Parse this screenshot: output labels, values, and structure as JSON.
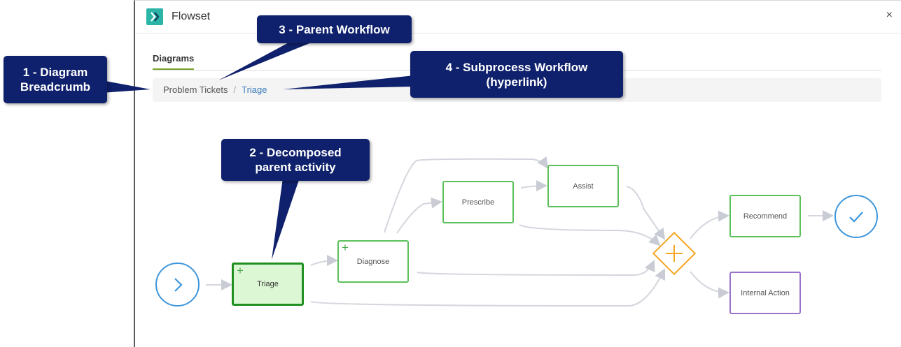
{
  "window": {
    "title": "Flowset",
    "close_label": "×"
  },
  "tabs": [
    {
      "label": "Diagrams"
    }
  ],
  "breadcrumb": {
    "parent": "Problem Tickets",
    "separator": "/",
    "child": "Triage"
  },
  "nodes": {
    "triage": "Triage",
    "diagnose": "Diagnose",
    "prescribe": "Prescribe",
    "assist": "Assist",
    "recommend": "Recommend",
    "internal_action": "Internal Action",
    "plus": "+"
  },
  "callouts": {
    "c1": "1 - Diagram Breadcrumb",
    "c2": "2 - Decomposed parent activity",
    "c3": "3 - Parent Workflow",
    "c4": "4 - Subprocess Workflow (hyperlink)"
  },
  "colors": {
    "activity_border": "#5bc15b",
    "selected_fill": "#dcf7d4",
    "gateway": "#f5a623",
    "event": "#3d96dc",
    "callout_bg": "#0f216c"
  },
  "icons": {
    "logo": "flowset-logo-icon",
    "start": "chevron-right-icon",
    "end": "checkmark-icon",
    "gateway": "parallel-gateway-icon"
  }
}
